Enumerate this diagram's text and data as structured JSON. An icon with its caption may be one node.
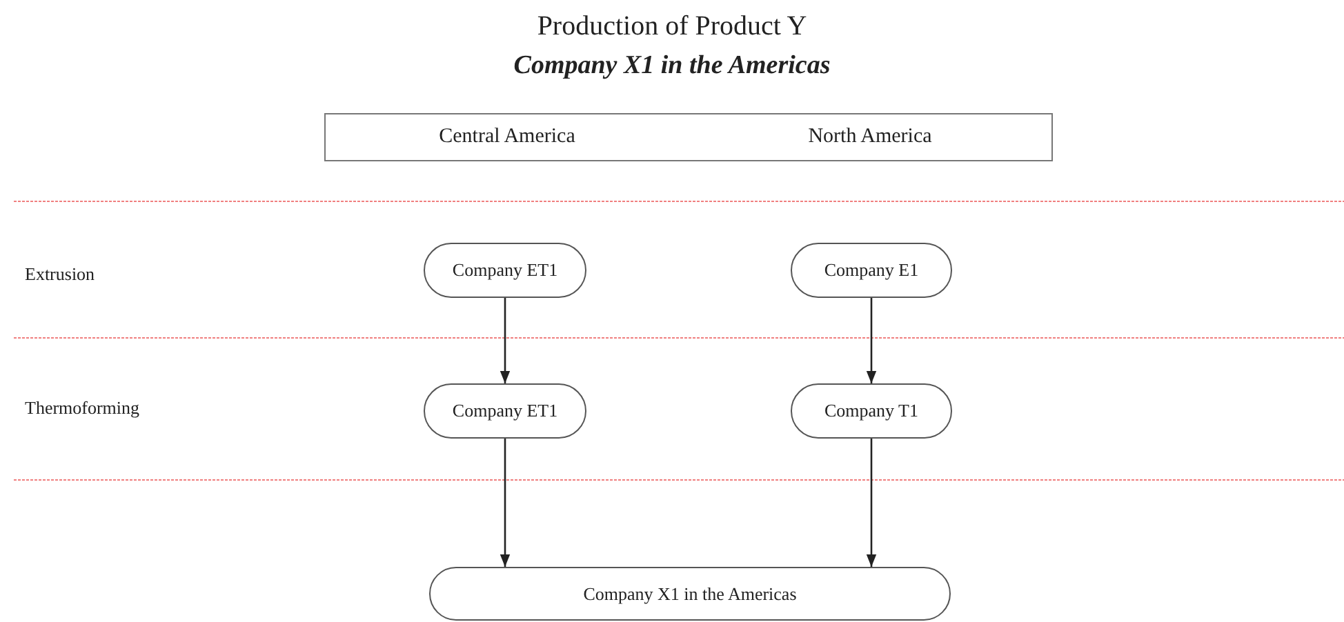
{
  "diagram": {
    "title": "Production of Product Y",
    "nodes": [
      {
        "text": [
          "Central America"
        ]
      },
      {
        "text": [
          "North America"
        ]
      },
      {
        "text": [
          "Company ET1"
        ]
      },
      {
        "text": [
          "Company E1"
        ]
      },
      {
        "text": [
          "Company ET1"
        ]
      },
      {
        "text": [
          "Company T1"
        ]
      },
      {
        "text": [
          "Company X1 in the Americas"
        ]
      }
    ],
    "edges": [
      {
        "from": 2,
        "to": 4,
        "arrow": "to"
      },
      {
        "from": 3,
        "to": 5,
        "arrow": "to"
      },
      {
        "from": 4,
        "to": 6,
        "arrow": "to"
      },
      {
        "from": 5,
        "to": 6,
        "arrow": "to"
      }
    ],
    "labels": [
      "Company X1 in the Americas",
      "Extrusion",
      "Thermoforming"
    ]
  }
}
